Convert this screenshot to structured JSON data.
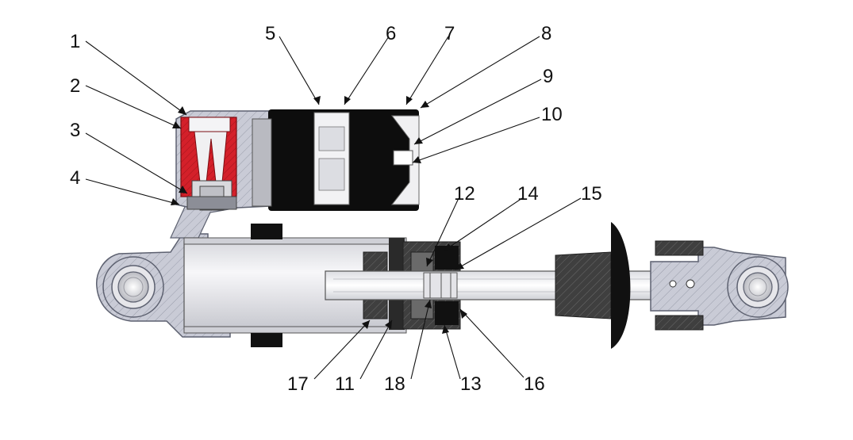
{
  "diagram": {
    "colors": {
      "housing": "#c9cbd6",
      "housing_edge": "#5d6170",
      "valve_red": "#d4202a",
      "reservoir_black": "#0d0d0d",
      "cylinder_light": "#e9eaee",
      "rod": "#f2f2f4",
      "dark_part": "#4a4a4a"
    },
    "callouts": [
      {
        "id": 1,
        "text": "1"
      },
      {
        "id": 2,
        "text": "2"
      },
      {
        "id": 3,
        "text": "3"
      },
      {
        "id": 4,
        "text": "4"
      },
      {
        "id": 5,
        "text": "5"
      },
      {
        "id": 6,
        "text": "6"
      },
      {
        "id": 7,
        "text": "7"
      },
      {
        "id": 8,
        "text": "8"
      },
      {
        "id": 9,
        "text": "9"
      },
      {
        "id": 10,
        "text": "10"
      },
      {
        "id": 11,
        "text": "11"
      },
      {
        "id": 12,
        "text": "12"
      },
      {
        "id": 13,
        "text": "13"
      },
      {
        "id": 14,
        "text": "14"
      },
      {
        "id": 15,
        "text": "15"
      },
      {
        "id": 16,
        "text": "16"
      },
      {
        "id": 17,
        "text": "17"
      },
      {
        "id": 18,
        "text": "18"
      }
    ]
  }
}
